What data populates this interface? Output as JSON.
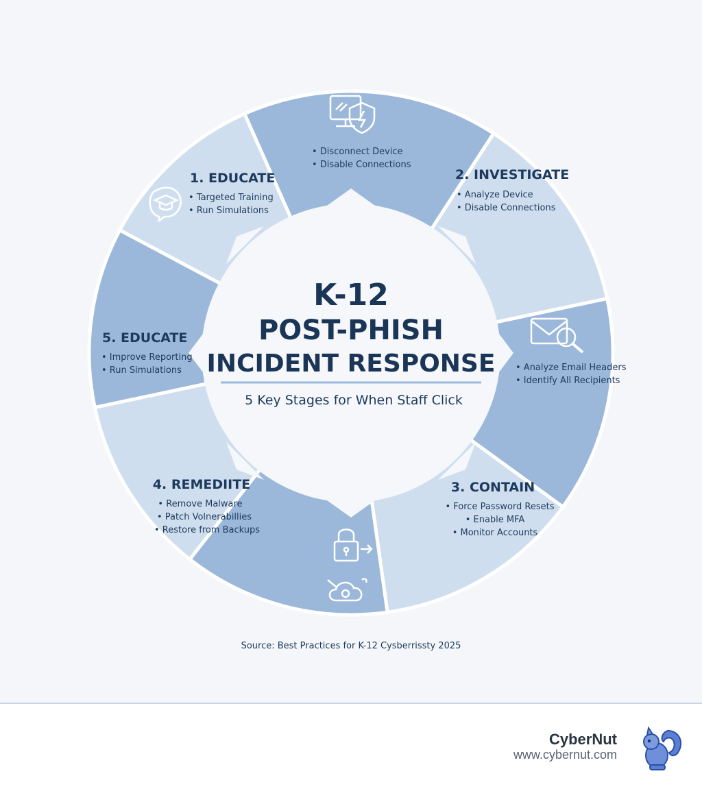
{
  "center": {
    "title_line1": "K-12",
    "title_line2": "POST-PHISH",
    "title_line3": "INCIDENT RESPONSE",
    "subtitle": "5 Key Stages for When Staff Click"
  },
  "segments": {
    "top": {
      "bullets": [
        "• Disconnect Device",
        "• Disable Connections"
      ],
      "icon": "computer-shield-icon"
    },
    "investigate": {
      "title": "2. INVESTIGATE",
      "bullets": [
        "• Analyze Device",
        "• Disable Connections"
      ]
    },
    "email": {
      "bullets": [
        "• Analyze Email Headers",
        "• Identify All Recipients"
      ],
      "icon": "envelope-search-icon"
    },
    "contain": {
      "title": "3. CONTAIN",
      "bullets": [
        "• Force Password Resets",
        "• Enable MFA",
        "• Monitor Accounts"
      ]
    },
    "bottom": {
      "icon": "lock-cloud-icon"
    },
    "remediate": {
      "title": "4. REMEDIITE",
      "bullets": [
        "• Remove Malware",
        "• Patch Volnerabillies",
        "• Restore from Backups"
      ]
    },
    "educate5": {
      "title": "5. EDUCATE",
      "bullets": [
        "• Improve Reporting",
        "• Run Simulations"
      ]
    },
    "educate1": {
      "title": "1. EDUCATE",
      "bullets": [
        "• Targeted Training",
        "• Run Simulations"
      ],
      "icon": "graduation-cap-icon"
    }
  },
  "source": "Source: Best Practices for K-12 Cysberrissty 2025",
  "brand": {
    "name": "CyberNut",
    "url": "www.cybernut.com"
  },
  "colors": {
    "dark": "#9bb8da",
    "light": "#cfdeef",
    "text": "#1d3a5c"
  }
}
